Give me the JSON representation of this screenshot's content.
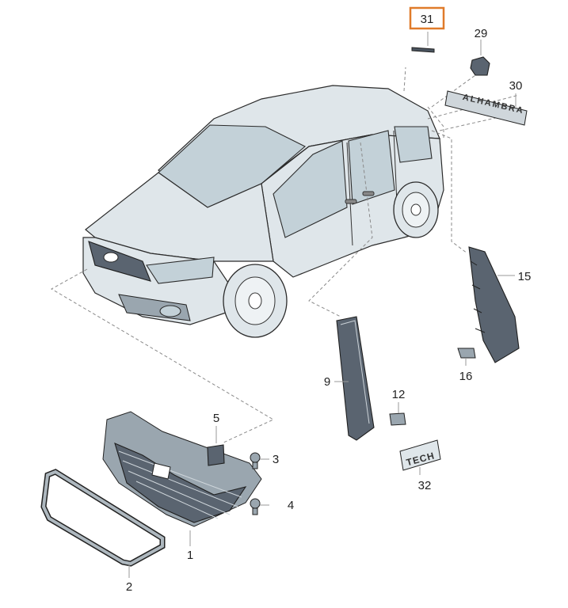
{
  "diagram": {
    "highlighted_callout": "31",
    "highlight_color": "#e07b2a",
    "callouts": {
      "c1": "1",
      "c2": "2",
      "c3": "3",
      "c4": "4",
      "c5": "5",
      "c9": "9",
      "c12": "12",
      "c15": "15",
      "c16": "16",
      "c29": "29",
      "c30": "30",
      "c31": "31",
      "c32": "32"
    },
    "parts": {
      "emblem_text": "ALHAMBRA",
      "badge_text": "TECH"
    }
  }
}
